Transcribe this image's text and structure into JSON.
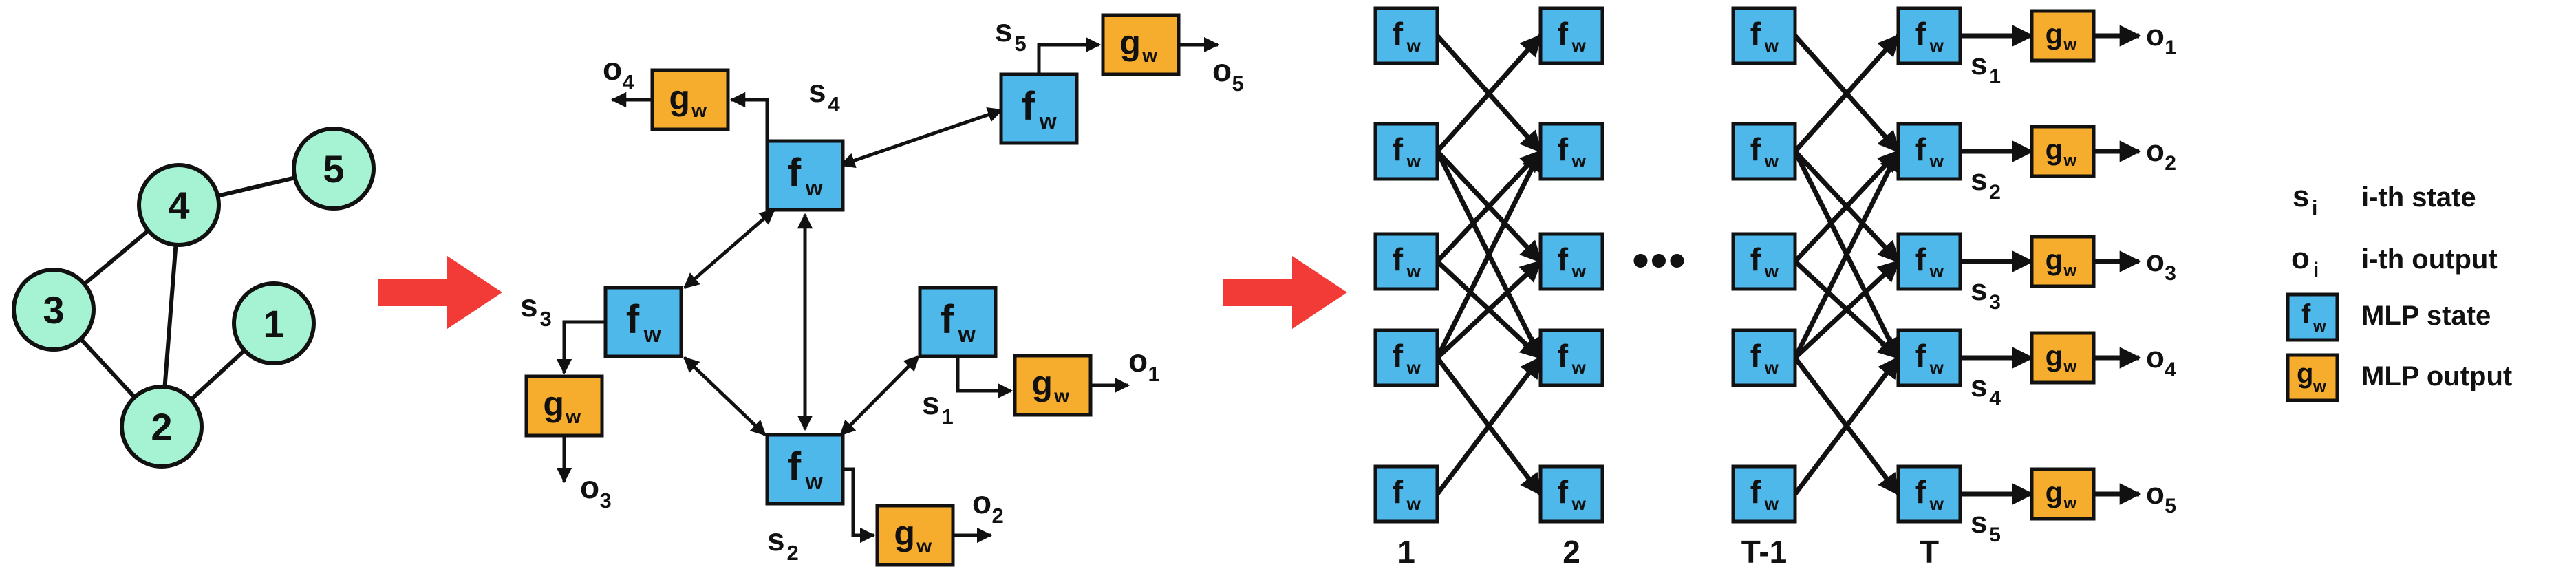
{
  "graph": {
    "nodes": [
      "1",
      "2",
      "3",
      "4",
      "5"
    ]
  },
  "box_labels": {
    "f": "f",
    "f_sub": "w",
    "g": "g",
    "g_sub": "w"
  },
  "symbols": {
    "s": "s",
    "o": "o"
  },
  "indices": [
    "1",
    "2",
    "3",
    "4",
    "5"
  ],
  "dots": "•••",
  "time_labels": [
    "1",
    "2",
    "T-1",
    "T"
  ],
  "legend": {
    "state_symbol": "s",
    "state_sub": "i",
    "state_text": "i-th state",
    "output_symbol": "o",
    "output_sub": "i",
    "output_text": "i-th output",
    "mlp_state_text": "MLP state",
    "mlp_output_text": "MLP output"
  },
  "colors": {
    "node_fill": "#a6f3d4",
    "state_box": "#4fb8ea",
    "output_box": "#f6ad2e",
    "arrow_red": "#f23a36"
  }
}
